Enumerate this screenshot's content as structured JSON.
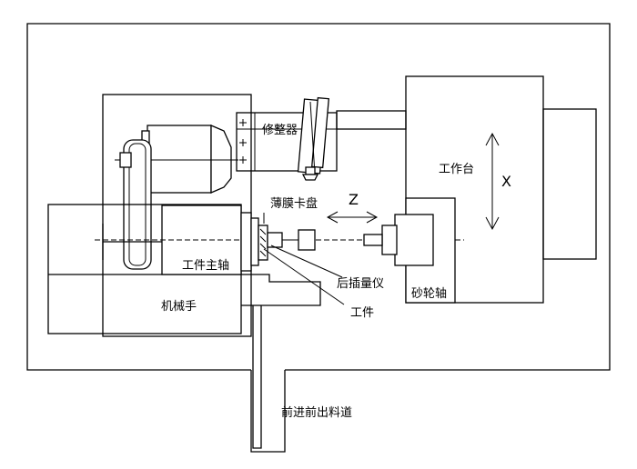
{
  "labels": {
    "dresser": "修整器",
    "worktable": "工作台",
    "x_axis": "X",
    "z_axis": "Z",
    "membrane_chuck": "薄膜卡盘",
    "work_spindle": "工件主轴",
    "post_gauge": "后插量仪",
    "wheel_spindle": "砂轮轴",
    "manipulator": "机械手",
    "workpiece": "工件",
    "feed_channel": "前进前出料道"
  }
}
